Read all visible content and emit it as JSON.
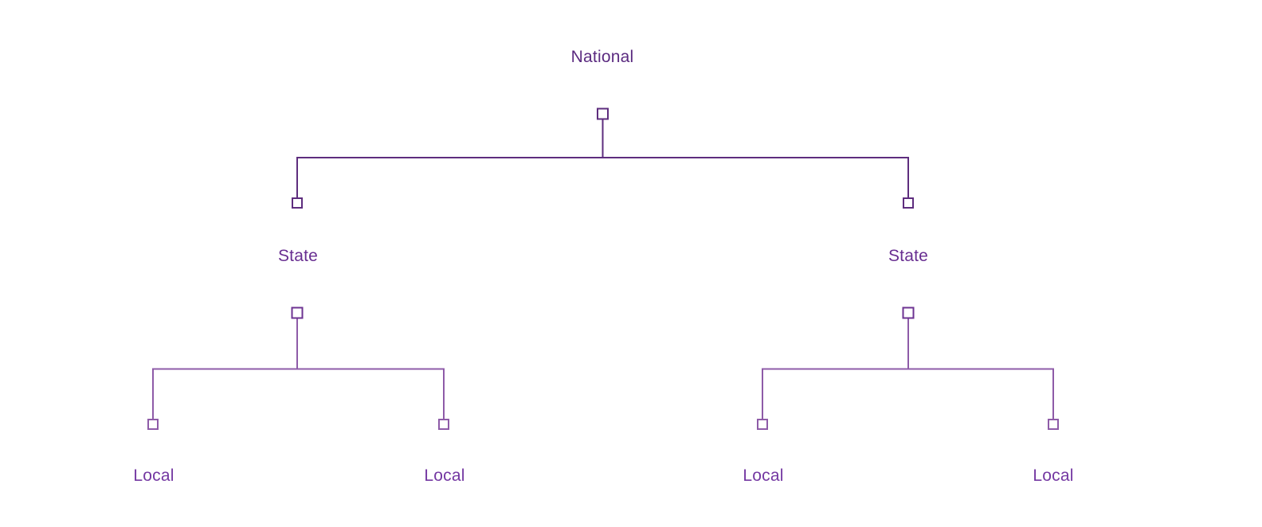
{
  "diagram": {
    "type": "org-chart-tree",
    "background_color": "#ffffff",
    "colors": {
      "level1_edge": "#5e2d7e",
      "level2_edge": "#8e5ba8",
      "level2_handle": "#6d3392",
      "handle_fill": "#ffffff",
      "national_text": "#5b2b80",
      "state_text": "#682e91",
      "local_text": "#7438a2"
    },
    "nodes": {
      "national": {
        "label": "National"
      },
      "state_left": {
        "label": "State"
      },
      "state_right": {
        "label": "State"
      },
      "local_1": {
        "label": "Local"
      },
      "local_2": {
        "label": "Local"
      },
      "local_3": {
        "label": "Local"
      },
      "local_4": {
        "label": "Local"
      }
    }
  }
}
